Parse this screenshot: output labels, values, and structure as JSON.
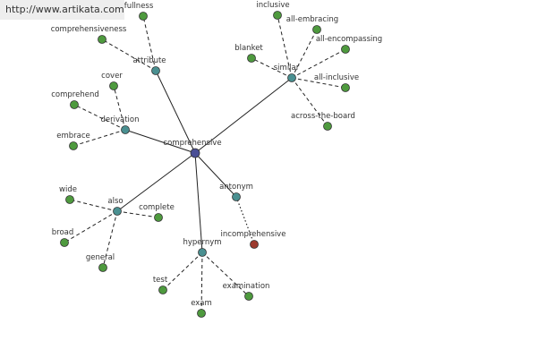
{
  "banner": {
    "text": "http://www.artikata.com"
  },
  "colors": {
    "center": "#4a4f96",
    "relation": "#4a9091",
    "word": "#4e9a3e",
    "antonym_word": "#9c3a2e"
  },
  "graph": {
    "center": {
      "label": "comprehensive"
    },
    "relations": [
      {
        "key": "attribute",
        "label": "attribute"
      },
      {
        "key": "similar",
        "label": "similar"
      },
      {
        "key": "derivation",
        "label": "derivation"
      },
      {
        "key": "also",
        "label": "also"
      },
      {
        "key": "antonym",
        "label": "antonym"
      },
      {
        "key": "hypernym",
        "label": "hypernym"
      }
    ],
    "words": [
      {
        "key": "fullness",
        "label": "fullness",
        "parent": "attribute"
      },
      {
        "key": "comprehensiveness",
        "label": "comprehensiveness",
        "parent": "attribute"
      },
      {
        "key": "inclusive",
        "label": "inclusive",
        "parent": "similar"
      },
      {
        "key": "all-embracing",
        "label": "all-embracing",
        "parent": "similar"
      },
      {
        "key": "all-encompassing",
        "label": "all-encompassing",
        "parent": "similar"
      },
      {
        "key": "blanket",
        "label": "blanket",
        "parent": "similar"
      },
      {
        "key": "all-inclusive",
        "label": "all-inclusive",
        "parent": "similar"
      },
      {
        "key": "across-the-board",
        "label": "across-the-board",
        "parent": "similar"
      },
      {
        "key": "cover",
        "label": "cover",
        "parent": "derivation"
      },
      {
        "key": "comprehend",
        "label": "comprehend",
        "parent": "derivation"
      },
      {
        "key": "embrace",
        "label": "embrace",
        "parent": "derivation"
      },
      {
        "key": "wide",
        "label": "wide",
        "parent": "also"
      },
      {
        "key": "complete",
        "label": "complete",
        "parent": "also"
      },
      {
        "key": "broad",
        "label": "broad",
        "parent": "also"
      },
      {
        "key": "general",
        "label": "general",
        "parent": "also"
      },
      {
        "key": "incomprehensive",
        "label": "incomprehensive",
        "parent": "antonym"
      },
      {
        "key": "test",
        "label": "test",
        "parent": "hypernym"
      },
      {
        "key": "examination",
        "label": "examination",
        "parent": "hypernym"
      },
      {
        "key": "exam",
        "label": "exam",
        "parent": "hypernym"
      }
    ]
  }
}
